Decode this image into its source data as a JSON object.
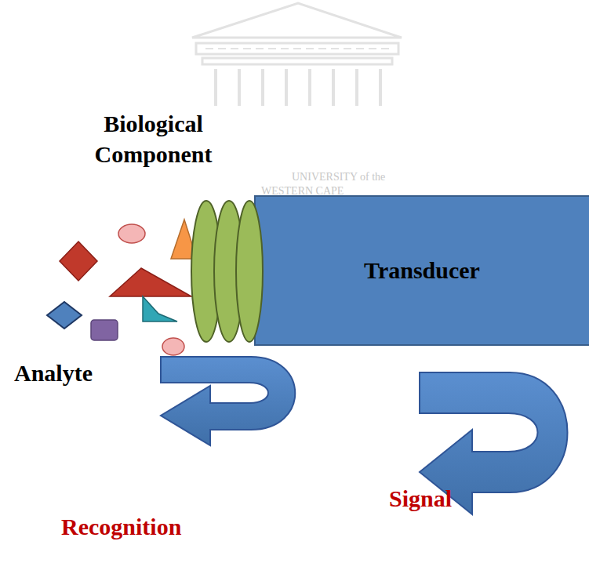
{
  "diagram": {
    "nodes": [
      {
        "text": [
          "Transducer"
        ]
      }
    ],
    "labels": [
      "Biological Component",
      "UNIVERSITY of the",
      "WESTERN CAPE",
      "Analyte",
      "Recognition",
      "Signal"
    ]
  }
}
